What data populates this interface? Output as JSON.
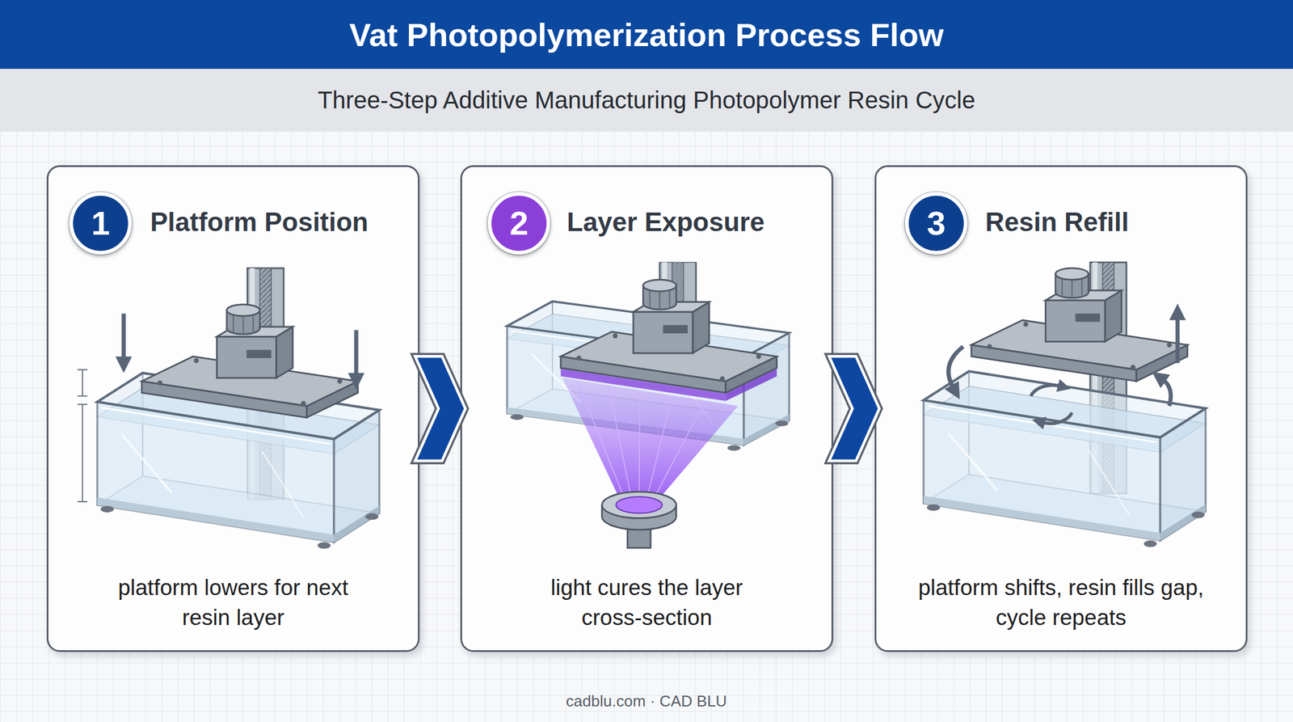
{
  "diagram": {
    "title": "Vat Photopolymerization Process Flow",
    "nodes": [
      {
        "text": [
          "Platform Position",
          "platform lowers for next resin layer"
        ]
      },
      {
        "text": [
          "1"
        ],
        "in": 0
      },
      {
        "text": [
          "Layer Exposure",
          "light cures the layer cross-section"
        ]
      },
      {
        "text": [
          "2"
        ],
        "in": 2
      },
      {
        "text": [
          "Resin Refill",
          "platform shifts, resin fills gap, cycle repeats"
        ]
      },
      {
        "text": [
          "3"
        ],
        "in": 4
      }
    ],
    "edges": [
      {
        "from": 0,
        "to": 2,
        "arrow": "to"
      },
      {
        "from": 2,
        "to": 4,
        "arrow": "to"
      }
    ],
    "labels": [
      "Three-Step Additive Manufacturing Photopolymer Resin Cycle",
      "cadblu.com · CAD BLU"
    ]
  }
}
